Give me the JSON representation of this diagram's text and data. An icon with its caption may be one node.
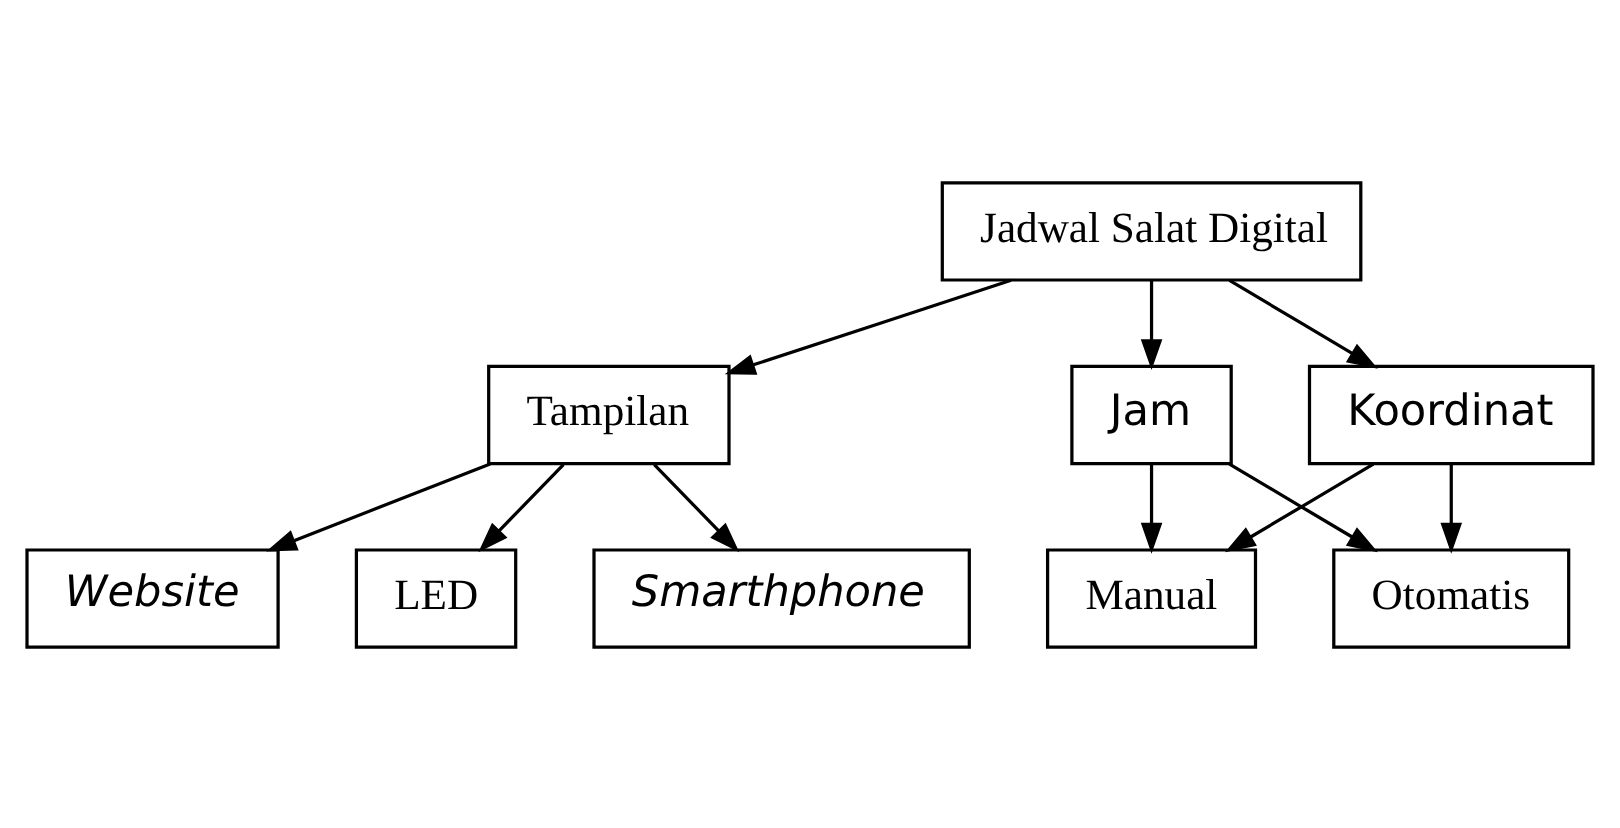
{
  "diagram": {
    "nodes": [
      {
        "text": [
          "Jadwal Salat Digital"
        ]
      },
      {
        "text": [
          "Tampilan"
        ]
      },
      {
        "text": [
          "Koordinat"
        ]
      },
      {
        "text": [
          "Jam"
        ]
      },
      {
        "text": [
          "Website"
        ]
      },
      {
        "text": [
          "LED"
        ]
      },
      {
        "text": [
          "Smarthphone"
        ]
      },
      {
        "text": [
          "Otomatis"
        ]
      },
      {
        "text": [
          "Manual"
        ]
      }
    ],
    "edges": [
      {
        "from": 0,
        "to": 1,
        "arrow": "to"
      },
      {
        "from": 0,
        "to": 2,
        "arrow": "to"
      },
      {
        "from": 0,
        "to": 3,
        "arrow": "to"
      },
      {
        "from": 1,
        "to": 4,
        "arrow": "to"
      },
      {
        "from": 1,
        "to": 5,
        "arrow": "to"
      },
      {
        "from": 1,
        "to": 6,
        "arrow": "to"
      },
      {
        "from": 2,
        "to": 7,
        "arrow": "to"
      },
      {
        "from": 2,
        "to": 8,
        "arrow": "to"
      },
      {
        "from": 3,
        "to": 7,
        "arrow": "to"
      },
      {
        "from": 3,
        "to": 8,
        "arrow": "to"
      }
    ]
  }
}
